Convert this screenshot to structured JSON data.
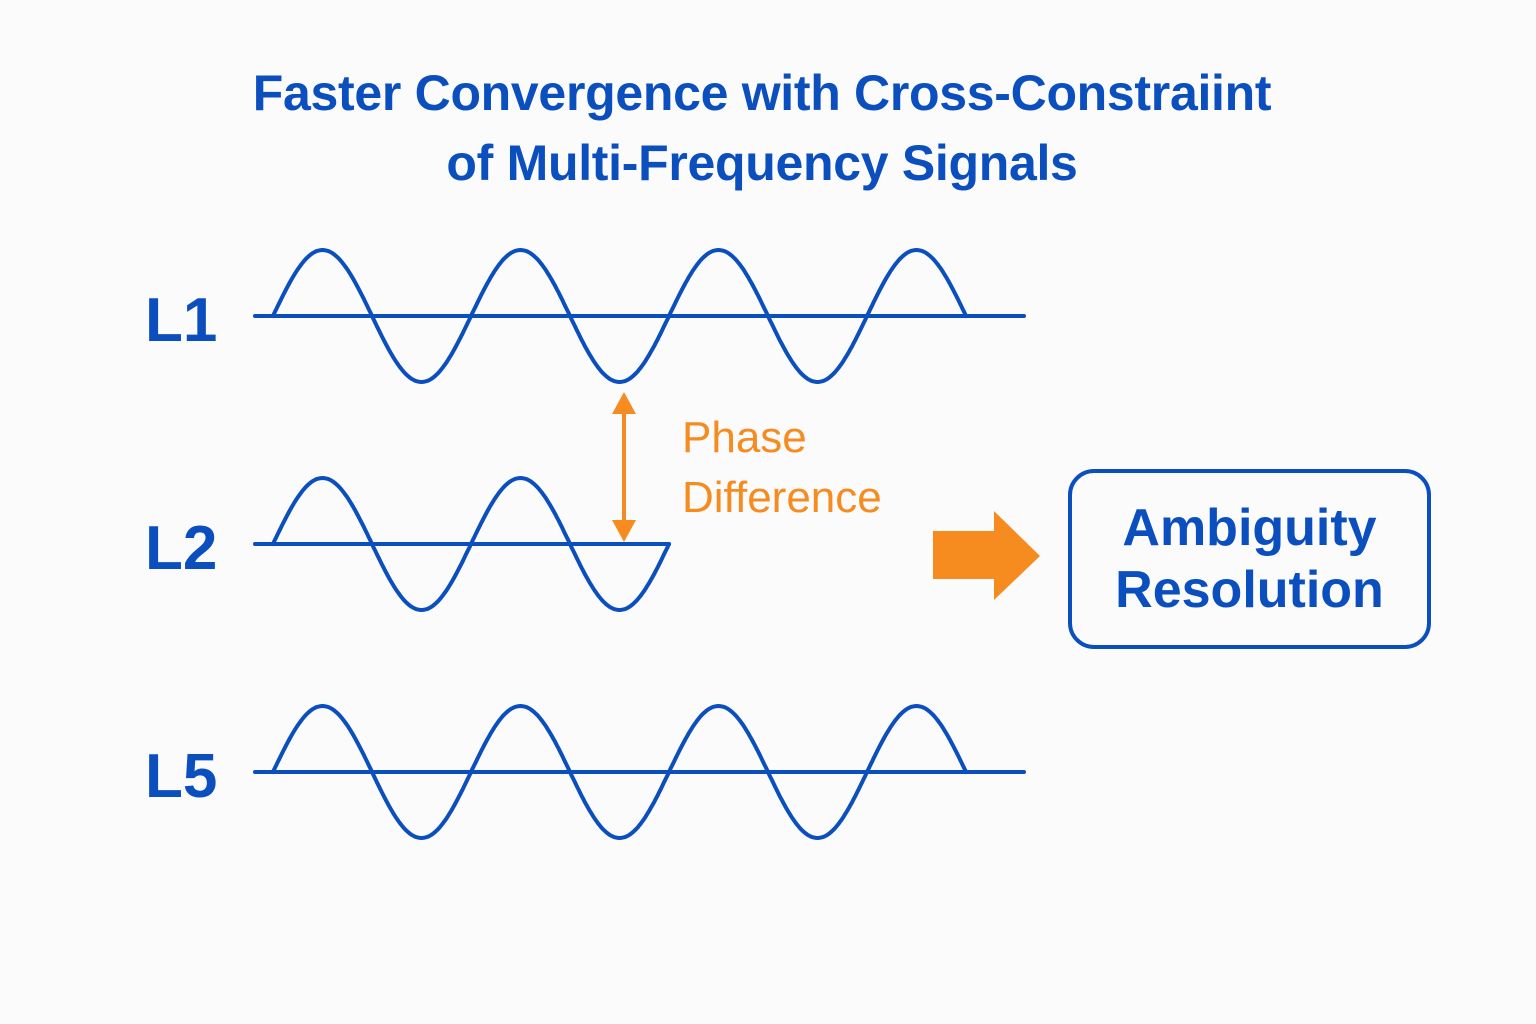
{
  "title": {
    "line1": "Faster Convergence with Cross-Constraiint",
    "line2": "of Multi-Frequency Signals"
  },
  "signals": [
    {
      "label": "L1",
      "cycles": 3.5
    },
    {
      "label": "L2",
      "cycles": 2.0
    },
    {
      "label": "L5",
      "cycles": 3.5
    }
  ],
  "annotation": {
    "line1": "Phase",
    "line2": "Difference",
    "between": [
      "L1",
      "L2"
    ]
  },
  "result": {
    "line1": "Ambiguity",
    "line2": "Resolution"
  },
  "colors": {
    "wave": "#0b4fbf",
    "accent": "#f68b1f",
    "background": "#fbfbfc"
  }
}
